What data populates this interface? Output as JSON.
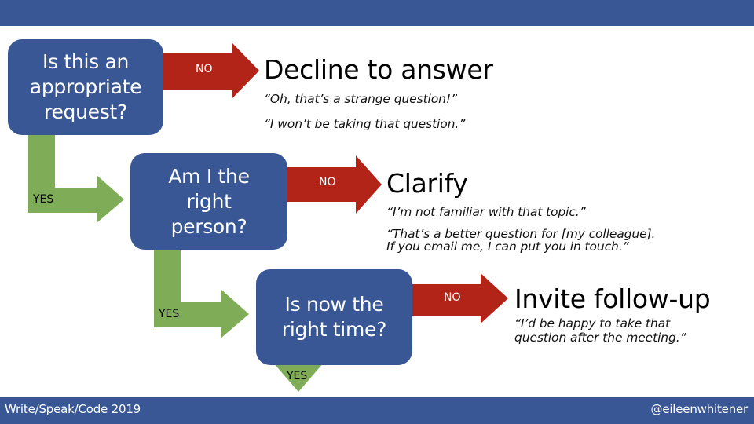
{
  "slide": {
    "header_bar_color": "#3a5795",
    "footer": {
      "left": "Write/Speak/Code 2019",
      "right": "@eileenwhitener"
    }
  },
  "colors": {
    "question_box": "#3a5795",
    "yes_arrow": "#7fac56",
    "no_arrow": "#b22418",
    "text_dark": "#000000",
    "text_light": "#ffffff"
  },
  "flow": {
    "questions": [
      {
        "lines": [
          "Is this an",
          "appropriate",
          "request?"
        ]
      },
      {
        "lines": [
          "Am I the",
          "right",
          "person?"
        ]
      },
      {
        "lines": [
          "Is now the",
          "right time?"
        ]
      }
    ],
    "no_labels": [
      "NO",
      "NO",
      "NO"
    ],
    "yes_labels": [
      "YES",
      "YES",
      "YES"
    ],
    "outcomes": [
      {
        "title": "Decline to answer",
        "quotes": [
          "“Oh, that’s a strange question!”",
          "“I won’t be taking that question.”"
        ]
      },
      {
        "title": "Clarify",
        "quotes": [
          "“I’m not familiar with that topic.”",
          "“That’s a better question for [my colleague].",
          "If you email me, I can put you in touch.”"
        ]
      },
      {
        "title": "Invite follow-up",
        "quotes": [
          "“I’d be happy to take that",
          "question after the meeting.”"
        ]
      }
    ]
  }
}
